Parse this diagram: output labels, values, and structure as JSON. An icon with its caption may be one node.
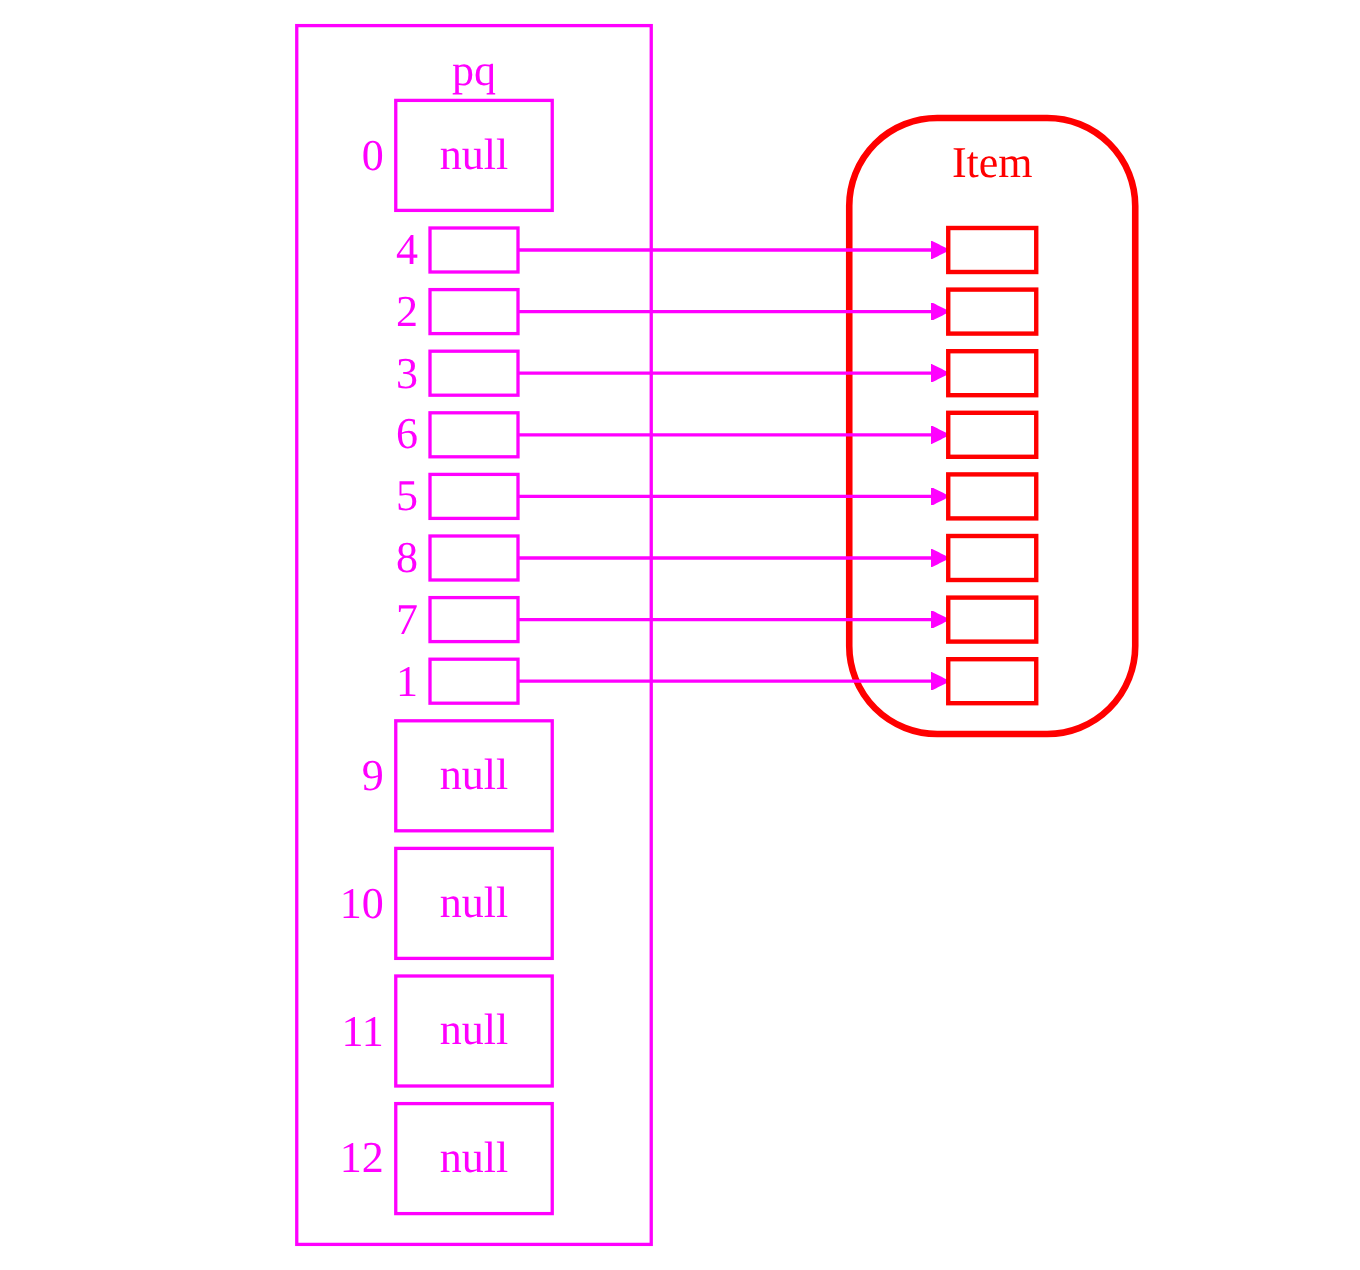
{
  "diagram": {
    "nodes": [
      {
        "text": [
          "pq"
        ]
      },
      {
        "text": [
          "null"
        ],
        "in": 0,
        "beside": [
          "0"
        ]
      },
      {
        "text": [],
        "shape": "box",
        "in": 0,
        "beside": [
          "1"
        ]
      },
      {
        "text": [],
        "shape": "box",
        "in": 0,
        "beside": [
          "2"
        ]
      },
      {
        "text": [],
        "shape": "box",
        "in": 0,
        "beside": [
          "3"
        ]
      },
      {
        "text": [],
        "shape": "box",
        "in": 0,
        "beside": [
          "4"
        ]
      },
      {
        "text": [],
        "shape": "box",
        "in": 0,
        "beside": [
          "5"
        ]
      },
      {
        "text": [],
        "shape": "box",
        "in": 0,
        "beside": [
          "6"
        ]
      },
      {
        "text": [],
        "shape": "box",
        "in": 0,
        "beside": [
          "7"
        ]
      },
      {
        "text": [],
        "shape": "box",
        "in": 0,
        "beside": [
          "8"
        ]
      },
      {
        "text": [
          "null"
        ],
        "in": 0,
        "beside": [
          "9"
        ]
      },
      {
        "text": [
          "null"
        ],
        "in": 0,
        "beside": [
          "10"
        ]
      },
      {
        "text": [
          "null"
        ],
        "in": 0,
        "beside": [
          "11"
        ]
      },
      {
        "text": [
          "null"
        ],
        "in": 0,
        "beside": [
          "12"
        ]
      },
      {
        "text": [
          "Item"
        ]
      },
      {
        "text": [],
        "shape": "box",
        "in": 14
      },
      {
        "text": [],
        "shape": "box",
        "in": 14
      },
      {
        "text": [],
        "shape": "box",
        "in": 14
      },
      {
        "text": [],
        "shape": "box",
        "in": 14
      },
      {
        "text": [],
        "shape": "box",
        "in": 14
      },
      {
        "text": [],
        "shape": "box",
        "in": 14
      },
      {
        "text": [],
        "shape": "box",
        "in": 14
      },
      {
        "text": [],
        "shape": "box",
        "in": 14
      }
    ],
    "edges": [
      {
        "from": 2,
        "to": 22,
        "arrow": "to"
      },
      {
        "from": 3,
        "to": 16,
        "arrow": "to"
      },
      {
        "from": 4,
        "to": 17,
        "arrow": "to"
      },
      {
        "from": 5,
        "to": 15,
        "arrow": "to"
      },
      {
        "from": 6,
        "to": 19,
        "arrow": "to"
      },
      {
        "from": 7,
        "to": 18,
        "arrow": "to"
      },
      {
        "from": 8,
        "to": 21,
        "arrow": "to"
      },
      {
        "from": 9,
        "to": 20,
        "arrow": "to"
      }
    ]
  }
}
